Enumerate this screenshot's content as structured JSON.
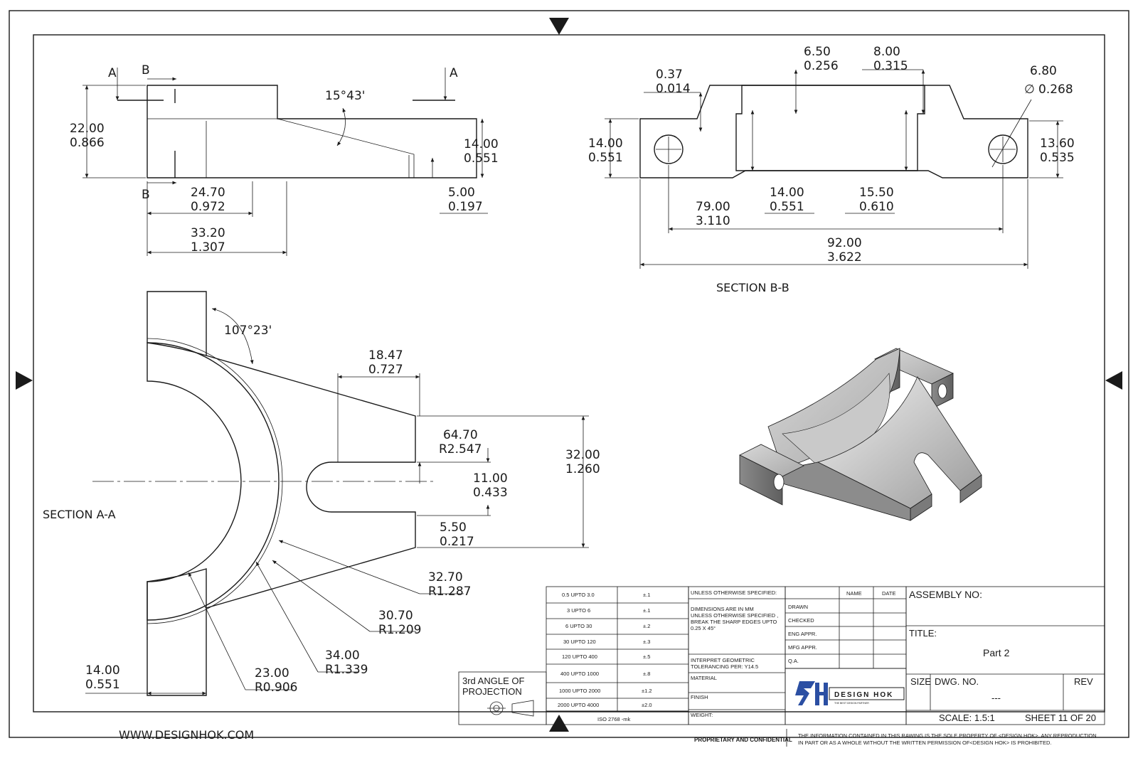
{
  "section_aa_top": {
    "cut_a_left": "A",
    "cut_a_right": "A",
    "cut_b_top": "B",
    "cut_b_bottom": "B",
    "angle": "15°43'",
    "d1": {
      "mm": "22.00",
      "in": "0.866"
    },
    "d2": {
      "mm": "14.00",
      "in": "0.551"
    },
    "d3": {
      "mm": "5.00",
      "in": "0.197"
    },
    "d4": {
      "mm": "24.70",
      "in": "0.972"
    },
    "d5": {
      "mm": "33.20",
      "in": "1.307"
    }
  },
  "section_bb": {
    "label": "SECTION B-B",
    "d1": {
      "mm": "0.37",
      "in": "0.014"
    },
    "d2": {
      "mm": "6.50",
      "in": "0.256"
    },
    "d3": {
      "mm": "8.00",
      "in": "0.315"
    },
    "d4": {
      "mm": "6.80",
      "in": "0.268"
    },
    "d5": {
      "mm": "14.00",
      "in": "0.551"
    },
    "d6": {
      "mm": "13.60",
      "in": "0.535"
    },
    "d7": {
      "mm": "14.00",
      "in": "0.551"
    },
    "d8": {
      "mm": "15.50",
      "in": "0.610"
    },
    "d9": {
      "mm": "79.00",
      "in": "3.110"
    },
    "d10": {
      "mm": "92.00",
      "in": "3.622"
    }
  },
  "section_aa": {
    "label": "SECTION A-A",
    "angle": "107°23'",
    "d1": {
      "mm": "18.47",
      "in": "0.727"
    },
    "d2": {
      "mm": "64.70",
      "in": "R2.547"
    },
    "d3": {
      "mm": "32.00",
      "in": "1.260"
    },
    "d4": {
      "mm": "11.00",
      "in": "0.433"
    },
    "d5": {
      "mm": "5.50",
      "in": "0.217"
    },
    "d6": {
      "mm": "32.70",
      "in": "R1.287"
    },
    "d7": {
      "mm": "30.70",
      "in": "R1.209"
    },
    "d8": {
      "mm": "34.00",
      "in": "R1.339"
    },
    "d9": {
      "mm": "23.00",
      "in": "R0.906"
    },
    "d10": {
      "mm": "14.00",
      "in": "0.551"
    }
  },
  "tolerance_table": {
    "rows": [
      {
        "range": "0.5 UPTO 3.0",
        "tol": "±.1"
      },
      {
        "range": "3 UPTO 6",
        "tol": "±.1"
      },
      {
        "range": "6 UPTO 30",
        "tol": "±.2"
      },
      {
        "range": "30 UPTO 120",
        "tol": "±.3"
      },
      {
        "range": "120 UPTO 400",
        "tol": "±.5"
      },
      {
        "range": "400 UPTO 1000",
        "tol": "±.8"
      },
      {
        "range": "1000 UPTO 2000",
        "tol": "±1.2"
      },
      {
        "range": "2000 UPTO 4000",
        "tol": "±2.0"
      }
    ],
    "standard": "ISO 2768 -mk"
  },
  "projection": {
    "line1": "3rd ANGLE OF",
    "line2": "PROJECTION"
  },
  "notes": {
    "header": "UNLESS OTHERWISE SPECIFIED:",
    "line1": "DIMENSIONS ARE IN MM",
    "line2": "UNLESS OTHERWISE SPECIFIED ,",
    "line3": "BREAK THE SHARP EDGES UPTO",
    "line4": "0.25 X 45°",
    "tol1": "INTERPRET GEOMETRIC",
    "tol2": "TOLERANCING PER: Y14.5",
    "material": "MATERIAL",
    "finish": "FINISH",
    "weight": "WEIGHT:"
  },
  "approvals": {
    "name": "NAME",
    "date": "DATE",
    "rows": [
      "DRAWN",
      "CHECKED",
      "ENG APPR.",
      "MFG APPR.",
      "Q.A."
    ]
  },
  "title_block": {
    "assembly": "ASSEMBLY NO:",
    "title_label": "TITLE:",
    "title": "Part 2",
    "size": "SIZE",
    "dwg_no": "DWG.  NO.",
    "dwg_value": "---",
    "rev": "REV",
    "scale": "SCALE: 1.5:1",
    "sheet": "SHEET 11 OF 20",
    "logo_name": "DESIGN HOK",
    "logo_tag": "THE BEST DESIGN PARTNER"
  },
  "footer": {
    "website": "WWW.DESIGNHOK.COM",
    "proprietary": "PROPRIETARY AND CONFIDENTIAL",
    "disclaimer1": "THE INFORMATION CONTAINED IN THIS RAWING IS THE SOLE PROPERTY OF <DESIGN HOK>.  ANY REPRODUCTION",
    "disclaimer2": "IN PART OR AS A WHOLE WITHOUT THE WRITTEN PERMISSION OF<DESIGN HOK> IS PROHIBITED."
  },
  "colors": {
    "ink": "#1a1a1a",
    "logo_blue": "#2b4fa3"
  }
}
